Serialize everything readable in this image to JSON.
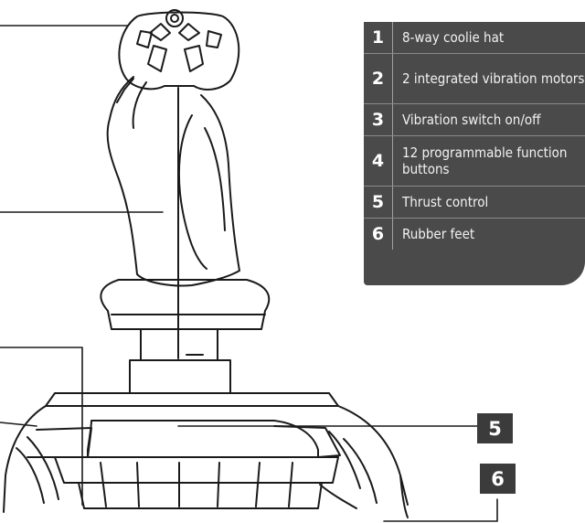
{
  "legend": [
    {
      "number": "1",
      "text": "8-way coolie hat"
    },
    {
      "number": "2",
      "text": "2 integrated vibration motors"
    },
    {
      "number": "3",
      "text": "Vibration switch on/off"
    },
    {
      "number": "4",
      "text": "12 programmable function buttons"
    },
    {
      "number": "5",
      "text": "Thrust control"
    },
    {
      "number": "6",
      "text": "Rubber feet"
    }
  ],
  "callouts": {
    "five": "5",
    "six": "6"
  },
  "colors": {
    "legend_background": "#4a4a4a",
    "badge_background": "#3b3b3b",
    "line_art": "#1a1a1a"
  }
}
